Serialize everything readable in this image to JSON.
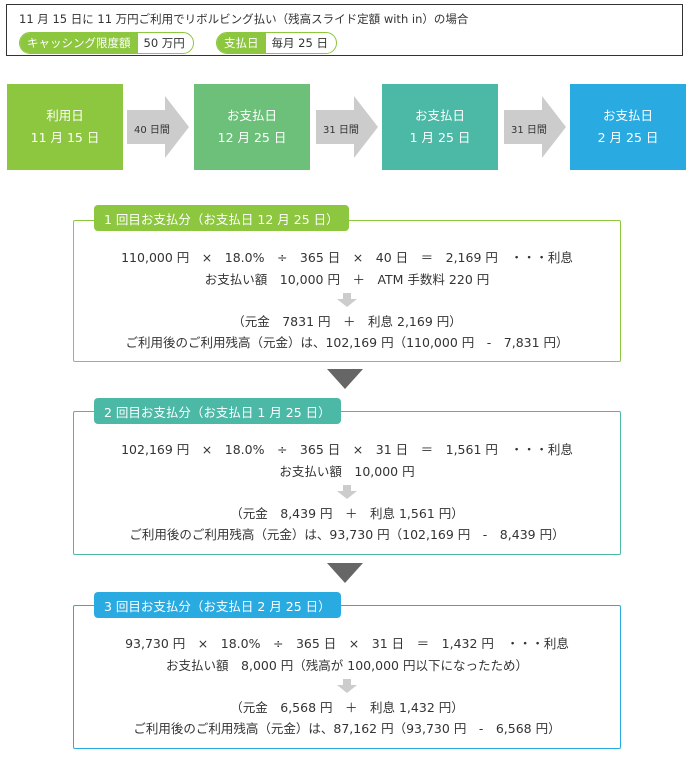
{
  "header": {
    "title": "11 月 15 日に 11 万円ご利用でリボルビング払い（残高スライド定額 with in）の場合",
    "cashing_limit_label": "キャッシング限度額",
    "cashing_limit_value": "50 万円",
    "payday_label": "支払日",
    "payday_value": "毎月 25 日"
  },
  "timeline": {
    "boxes": [
      {
        "line1": "利用日",
        "line2": "11 月 15 日",
        "color": "#8dc63f"
      },
      {
        "line1": "お支払日",
        "line2": "12 月 25 日",
        "color": "#6cc07a"
      },
      {
        "line1": "お支払日",
        "line2": "1 月 25 日",
        "color": "#4cb8a6"
      },
      {
        "line1": "お支払日",
        "line2": "2 月 25 日",
        "color": "#29abe2"
      }
    ],
    "arrows": [
      "40 日間",
      "31 日間",
      "31 日間"
    ]
  },
  "steps": [
    {
      "label": "1 回目お支払分（お支払日 12 月 25 日）",
      "color": "#8dc63f",
      "interest_line": "110,000 円　×　18.0%　÷　365 日　×　40 日　＝　2,169 円　・・・利息",
      "payment_line": "お支払い額　10,000 円　＋　ATM 手数料 220 円",
      "breakdown_line": "（元金　7831 円　＋　利息 2,169 円）",
      "balance_line": "ご利用後のご利用残高（元金）は、102,169 円（110,000 円　-　7,831 円）"
    },
    {
      "label": "2 回目お支払分（お支払日 1 月 25 日）",
      "color": "#4cb8a6",
      "interest_line": "102,169 円　×　18.0%　÷　365 日　×　31 日　＝　1,561 円　・・・利息",
      "payment_line": "お支払い額　10,000 円",
      "breakdown_line": "（元金　8,439 円　＋　利息 1,561 円）",
      "balance_line": "ご利用後のご利用残高（元金）は、93,730 円（102,169 円　-　8,439 円）"
    },
    {
      "label": "3 回目お支払分（お支払日 2 月 25 日）",
      "color": "#29abe2",
      "interest_line": "93,730 円　×　18.0%　÷　365 日　×　31 日　＝　1,432 円　・・・利息",
      "payment_line": "お支払い額　8,000 円（残高が 100,000 円以下になったため）",
      "breakdown_line": "（元金　6,568 円　＋　利息 1,432 円）",
      "balance_line": "ご利用後のご利用残高（元金）は、87,162 円（93,730 円　-　6,568 円）"
    }
  ],
  "colors": {
    "arrow_gray": "#cccccc",
    "big_arrow": "#666666",
    "text": "#333333"
  }
}
